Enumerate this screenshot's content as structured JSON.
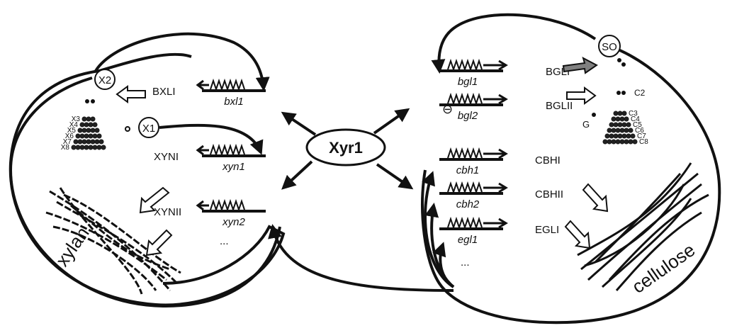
{
  "central_regulator": "Xyr1",
  "left_cell": {
    "substrate": "xylan",
    "genes": [
      {
        "gene": "bxl1",
        "protein": "BXLI"
      },
      {
        "gene": "xyn1",
        "protein": "XYNI"
      },
      {
        "gene": "xyn2",
        "protein": "XYNII"
      }
    ],
    "more": "...",
    "inducers": [
      "X2",
      "X1"
    ],
    "oligomers": [
      "X3",
      "X4",
      "X5",
      "X6",
      "X7",
      "X8"
    ]
  },
  "right_cell": {
    "substrate": "cellulose",
    "genes": [
      {
        "gene": "bgl1",
        "protein": "BGLI"
      },
      {
        "gene": "bgl2",
        "protein": "BGLII"
      },
      {
        "gene": "cbh1",
        "protein": "CBHI"
      },
      {
        "gene": "cbh2",
        "protein": "CBHII"
      },
      {
        "gene": "egl1",
        "protein": "EGLI"
      }
    ],
    "more": "...",
    "inducer": "SO",
    "repression_sign": "⊖",
    "sugars": {
      "dimer": "C2",
      "glucose": "G"
    },
    "oligomers": [
      "C3",
      "C4",
      "C5",
      "C6",
      "C7",
      "C8"
    ]
  },
  "colors": {
    "line": "#111111",
    "gray_arrow": "#808080",
    "background": "#ffffff"
  }
}
